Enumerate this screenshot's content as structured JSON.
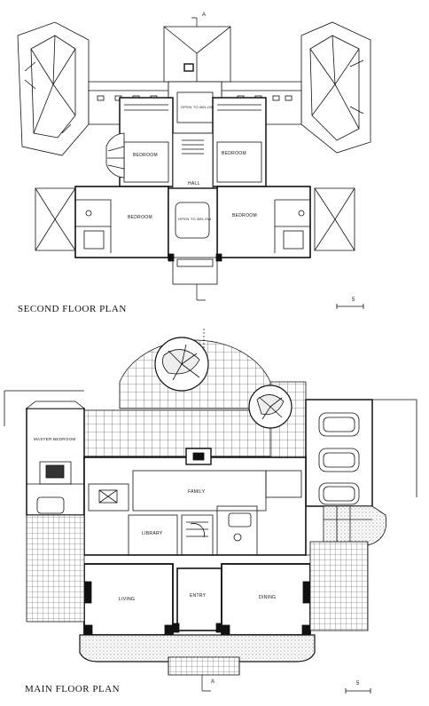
{
  "second_floor": {
    "title": "SECOND FLOOR PLAN",
    "rooms": {
      "bedroom_left_upper": "BEDROOM",
      "bedroom_right_upper": "BEDROOM",
      "hall": "HALL",
      "bedroom_left_lower": "BEDROOM",
      "bedroom_right_lower": "BEDROOM",
      "open_to_below_top": "OPEN TO BELOW",
      "open_to_below_center": "OPEN TO BELOW"
    },
    "section_marker": "A",
    "scale_mark": "5"
  },
  "main_floor": {
    "title": "MAIN FLOOR PLAN",
    "rooms": {
      "master_bedroom": "MASTER BEDROOM",
      "family": "FAMILY",
      "library": "LIBRARY",
      "living": "LIVING",
      "entry": "ENTRY",
      "dining": "DINING"
    },
    "section_marker": "A",
    "scale_mark": "5"
  }
}
